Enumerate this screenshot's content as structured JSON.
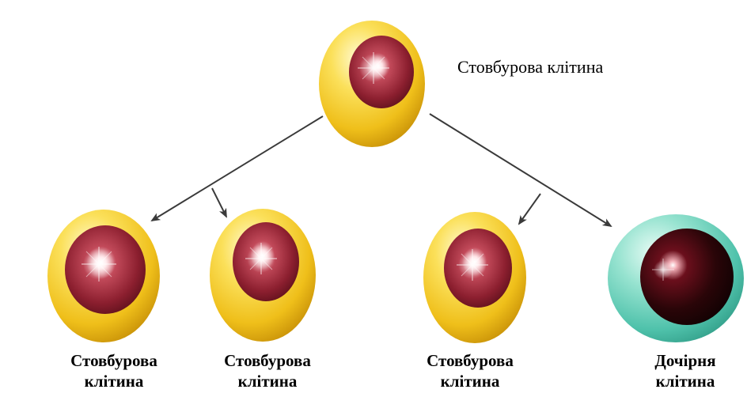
{
  "labels": {
    "parent": "Стовбурова клітина",
    "child_1": {
      "line1": "Стовбурова",
      "line2": "клітина"
    },
    "child_2": {
      "line1": "Стовбурова",
      "line2": "клітина"
    },
    "child_3": {
      "line1": "Стовбурова",
      "line2": "клітина"
    },
    "child_4": {
      "line1": "Дочірня",
      "line2": "клітина"
    }
  },
  "colors": {
    "stem_cytoplasm": "#f2c21b",
    "stem_cytoplasm_light": "#fdf1a6",
    "stem_nucleus": "#8c1f2f",
    "daughter_cytoplasm": "#54c7b0",
    "daughter_cytoplasm_light": "#cdf2e8",
    "daughter_nucleus": "#2a0508",
    "arrow": "#3a3a3a"
  }
}
